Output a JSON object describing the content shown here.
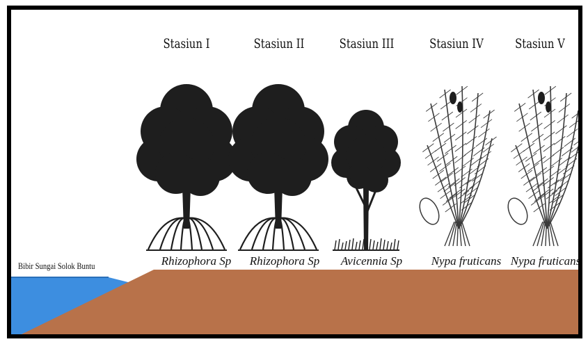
{
  "stations": [
    {
      "title": "Stasiun I",
      "species": "Rhizophora Sp",
      "plant": "rhizophora"
    },
    {
      "title": "Stasiun II",
      "species": "Rhizophora Sp",
      "plant": "rhizophora"
    },
    {
      "title": "Stasiun III",
      "species": "Avicennia Sp",
      "plant": "avicennia"
    },
    {
      "title": "Stasiun IV",
      "species": "Nypa fruticans",
      "plant": "nypa"
    },
    {
      "title": "Stasiun V",
      "species": "Nypa fruticans",
      "plant": "nypa"
    }
  ],
  "bank_label": "Bibir Sungai Solok Buntu",
  "colors": {
    "water": "#3d8ee0",
    "soil": "#b8724a",
    "frame": "#000000",
    "foliage": "#1e1e1e",
    "frond": "#3a3a3a"
  }
}
